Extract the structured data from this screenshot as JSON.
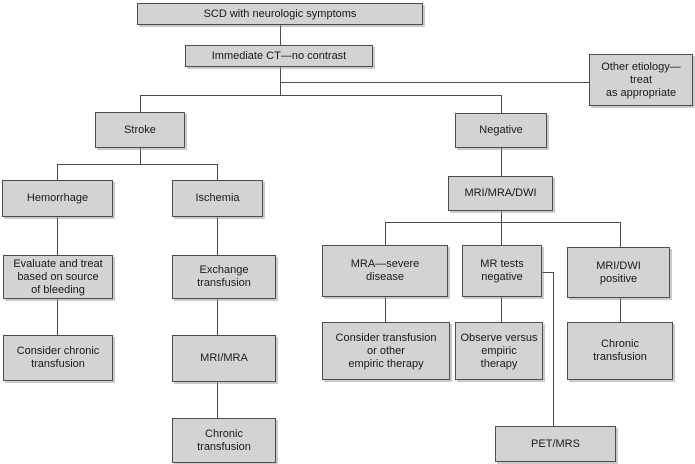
{
  "diagram": {
    "type": "flowchart",
    "colors": {
      "node_fill": "#d3d3d3",
      "node_border": "#4d4d4d",
      "connector": "#4d4d4d",
      "text": "#1a1a1a",
      "background": "#ffffff"
    },
    "nodes": {
      "scd": {
        "label": "SCD with neurologic symptoms"
      },
      "ct": {
        "label": "Immediate CT—no contrast"
      },
      "other_etiology": {
        "label": "Other etiology—\ntreat\nas appropriate"
      },
      "stroke": {
        "label": "Stroke"
      },
      "negative": {
        "label": "Negative"
      },
      "hemorrhage": {
        "label": "Hemorrhage"
      },
      "ischemia": {
        "label": "Ischemia"
      },
      "mri_mra_dwi": {
        "label": "MRI/MRA/DWI"
      },
      "evaluate_treat": {
        "label": "Evaluate and treat\nbased on source\nof bleeding"
      },
      "consider_chronic_transfusion": {
        "label": "Consider chronic\ntransfusion"
      },
      "exchange_transfusion": {
        "label": "Exchange\ntransfusion"
      },
      "mri_mra": {
        "label": "MRI/MRA"
      },
      "chronic_transfusion_left": {
        "label": "Chronic\ntransfusion"
      },
      "mra_severe_disease": {
        "label": "MRA—severe\ndisease"
      },
      "mr_tests_negative": {
        "label": "MR tests\nnegative"
      },
      "mri_dwi_positive": {
        "label": "MRI/DWI\npositive"
      },
      "consider_transfusion_empiric": {
        "label": "Consider transfusion\nor other\nempiric therapy"
      },
      "observe_vs_empiric": {
        "label": "Observe versus\nempiric\ntherapy"
      },
      "chronic_transfusion_right": {
        "label": "Chronic\ntransfusion"
      },
      "pet_mrs": {
        "label": "PET/MRS"
      }
    },
    "edges": [
      {
        "from": "scd",
        "to": "ct"
      },
      {
        "from": "ct",
        "to": "other_etiology"
      },
      {
        "from": "ct",
        "to": "stroke"
      },
      {
        "from": "ct",
        "to": "negative"
      },
      {
        "from": "stroke",
        "to": "hemorrhage"
      },
      {
        "from": "stroke",
        "to": "ischemia"
      },
      {
        "from": "hemorrhage",
        "to": "evaluate_treat"
      },
      {
        "from": "evaluate_treat",
        "to": "consider_chronic_transfusion"
      },
      {
        "from": "ischemia",
        "to": "exchange_transfusion"
      },
      {
        "from": "exchange_transfusion",
        "to": "mri_mra"
      },
      {
        "from": "mri_mra",
        "to": "chronic_transfusion_left"
      },
      {
        "from": "negative",
        "to": "mri_mra_dwi"
      },
      {
        "from": "mri_mra_dwi",
        "to": "mra_severe_disease"
      },
      {
        "from": "mri_mra_dwi",
        "to": "mr_tests_negative"
      },
      {
        "from": "mri_mra_dwi",
        "to": "mri_dwi_positive"
      },
      {
        "from": "mra_severe_disease",
        "to": "consider_transfusion_empiric"
      },
      {
        "from": "mr_tests_negative",
        "to": "observe_vs_empiric"
      },
      {
        "from": "mr_tests_negative",
        "to": "pet_mrs"
      },
      {
        "from": "mri_dwi_positive",
        "to": "chronic_transfusion_right"
      }
    ]
  }
}
